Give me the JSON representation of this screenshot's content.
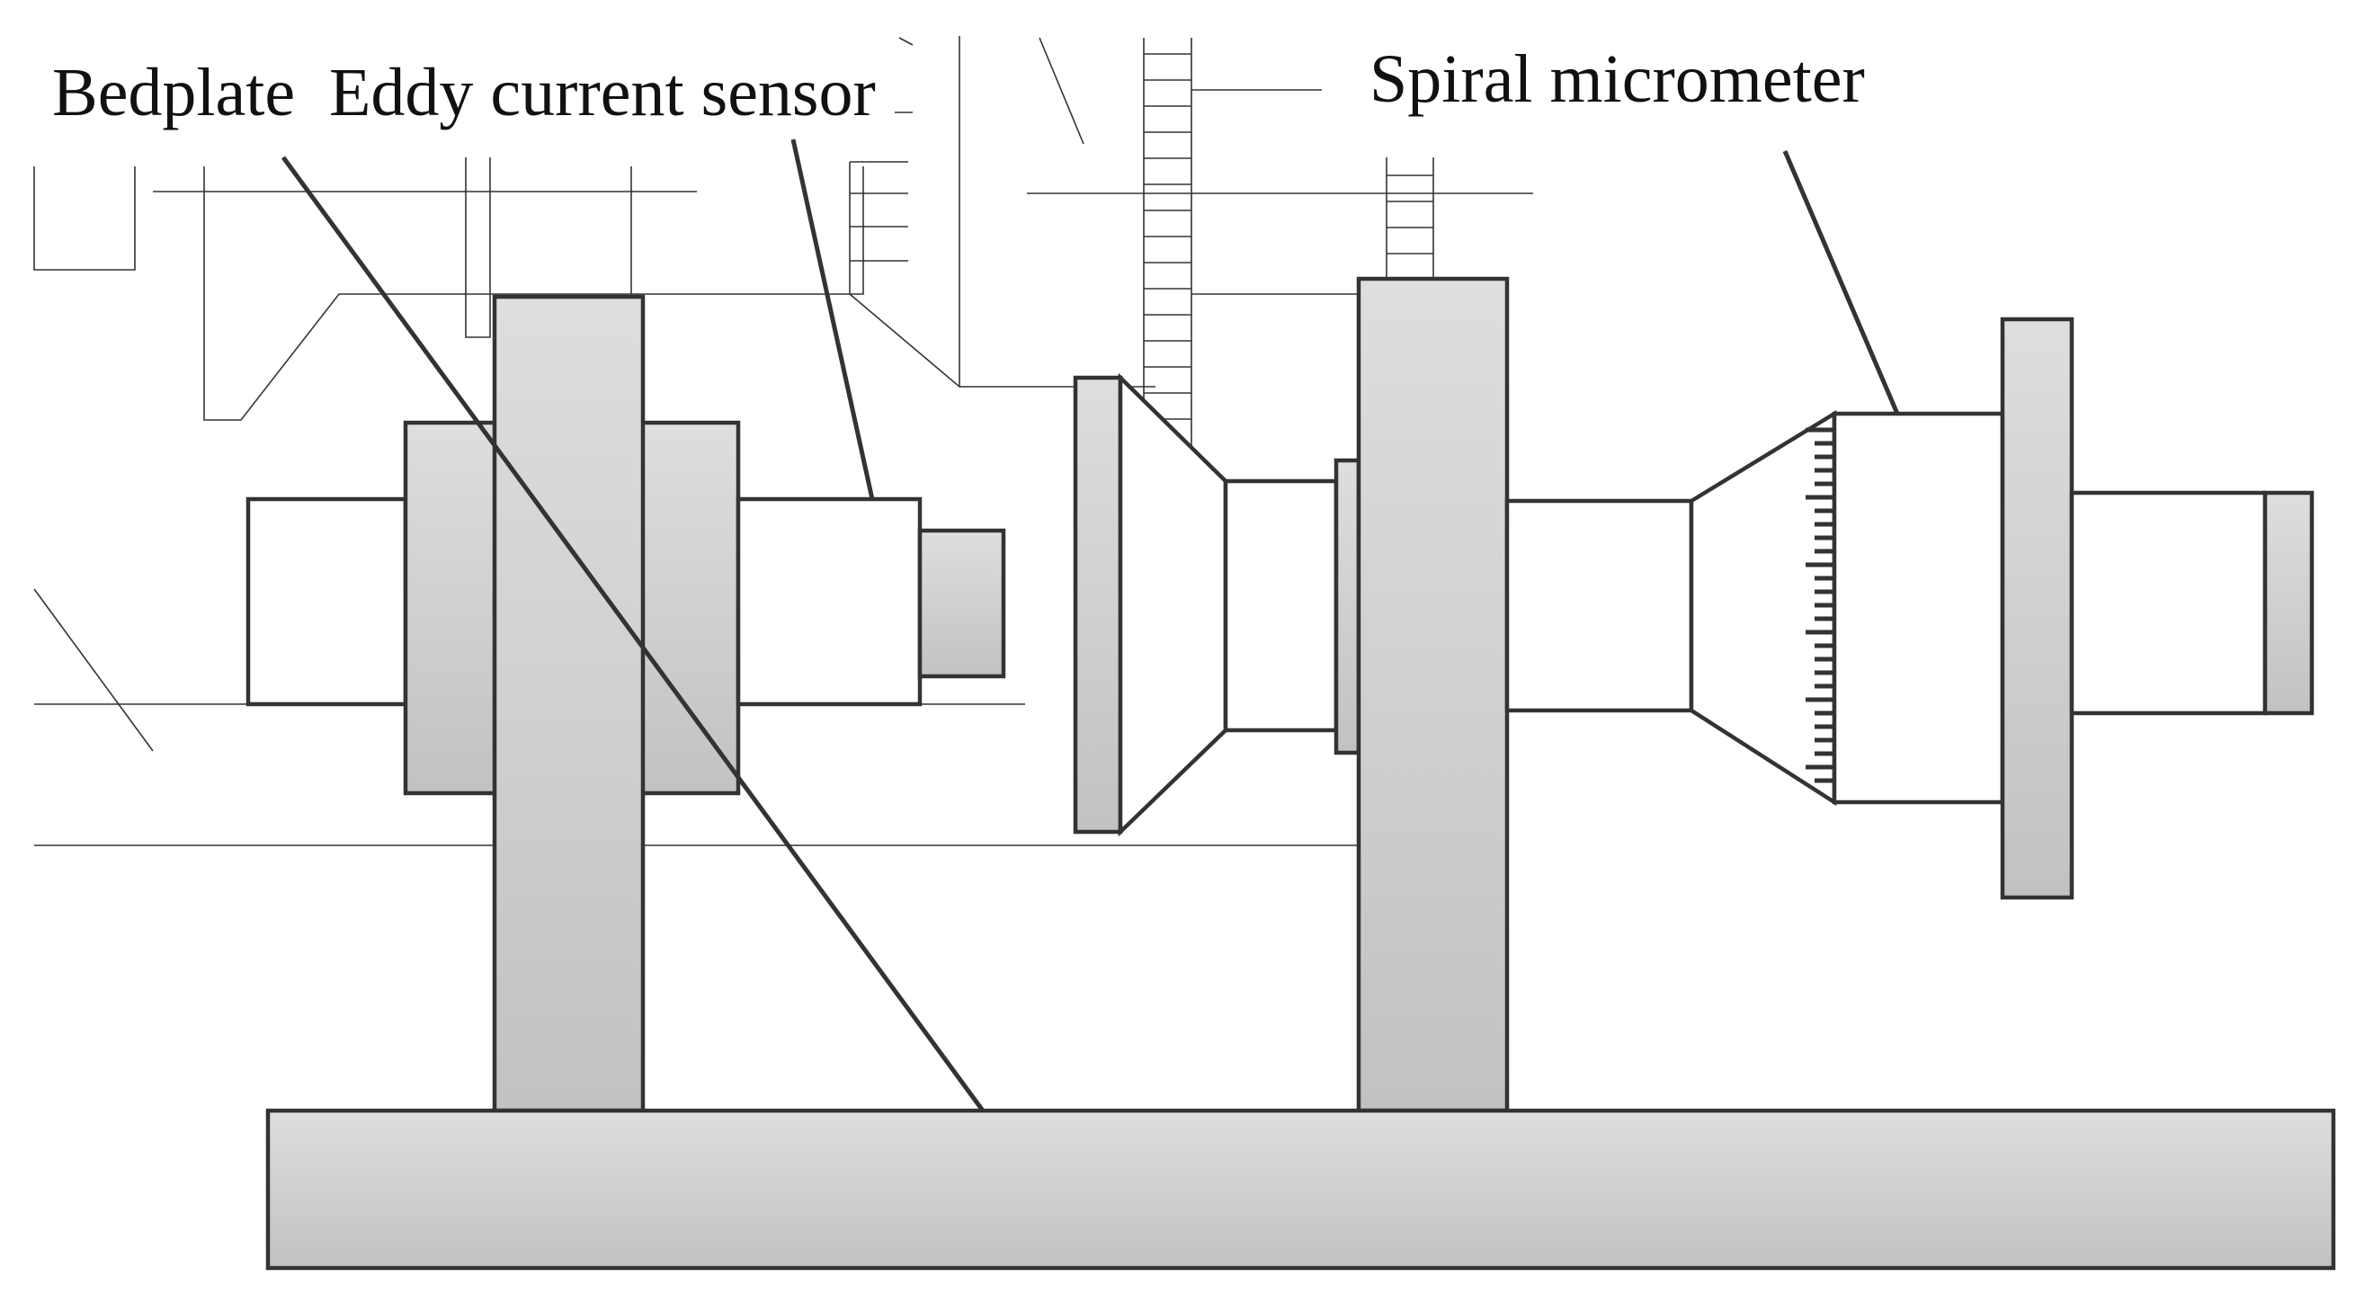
{
  "labels": {
    "bedplate": "Bedplate",
    "eddy_sensor": "Eddy current sensor",
    "spiral_micrometer": "Spiral micrometer"
  },
  "colors": {
    "part_fill_light": "#dcdcdc",
    "part_fill_dark": "#c4c4c4",
    "outline": "#333333",
    "background": "#ffffff"
  }
}
